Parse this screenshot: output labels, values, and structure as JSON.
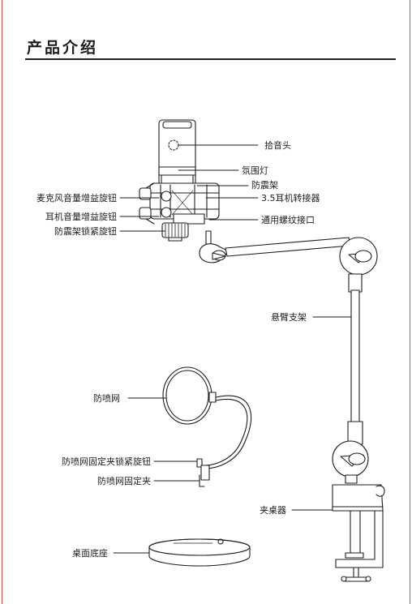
{
  "page": {
    "title": "产品介绍",
    "border_color": "#d9504a",
    "line_color": "#1e1e1e"
  },
  "labels": {
    "capsule": "拾音头",
    "ambient_light": "氛围灯",
    "shock_mount": "防震架",
    "mic_gain_knob": "麦克风音量增益旋钮",
    "headphone_jack": "3.5耳机转接器",
    "headphone_gain_knob": "耳机音量增益旋钮",
    "thread_mount": "通用螺纹接口",
    "shock_lock_knob": "防震架锁紧旋钮",
    "boom_arm": "悬臂支架",
    "pop_filter": "防喷网",
    "pop_clamp_knob": "防喷网固定夹锁紧旋钮",
    "pop_clamp": "防喷网固定夹",
    "desk_clamp": "夹桌器",
    "desk_base": "桌面底座"
  }
}
